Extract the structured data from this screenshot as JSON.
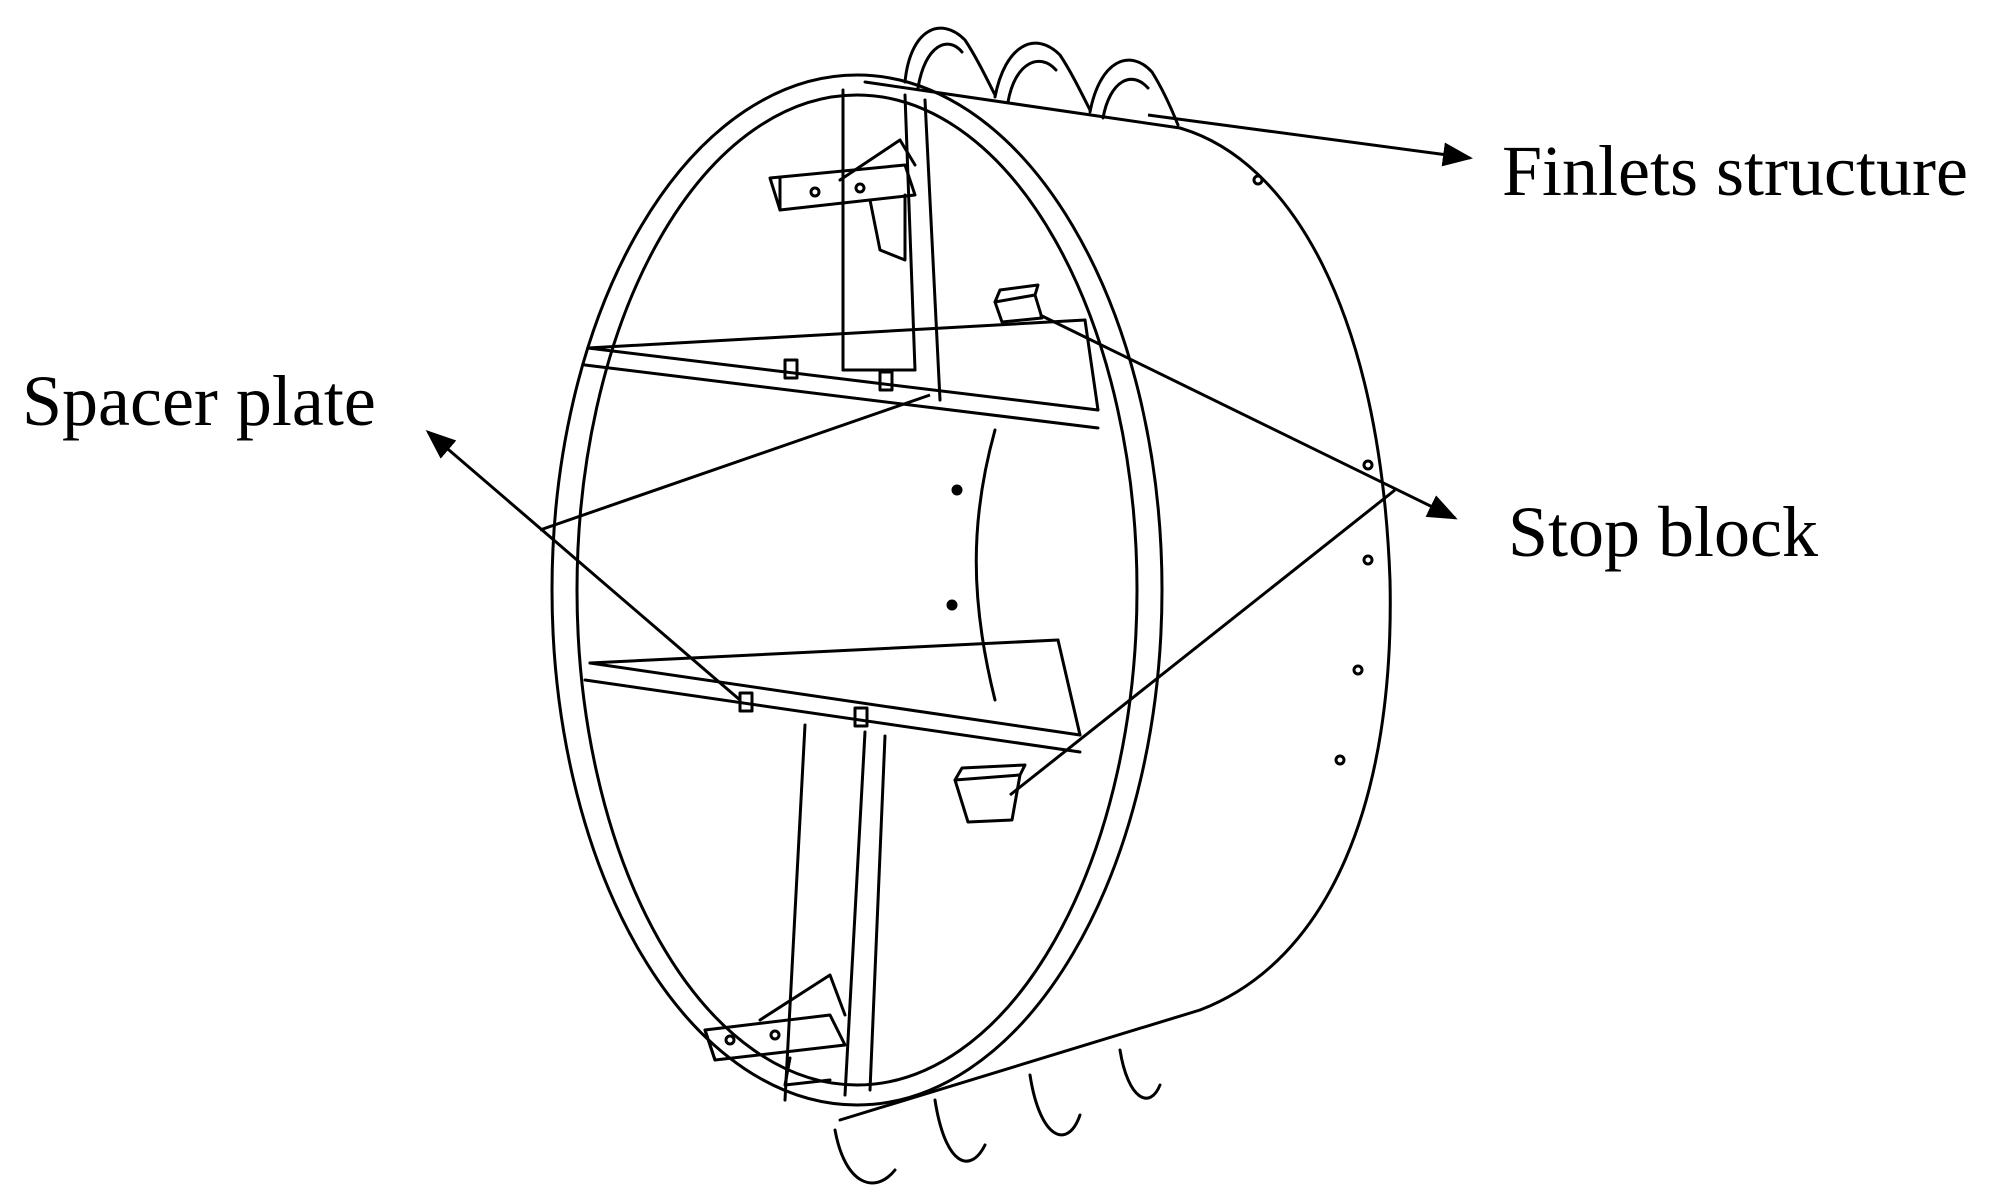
{
  "labels": {
    "finlets": "Finlets structure",
    "spacer": "Spacer plate",
    "stop": "Stop block"
  },
  "colors": {
    "stroke": "#000000",
    "background": "#ffffff"
  }
}
